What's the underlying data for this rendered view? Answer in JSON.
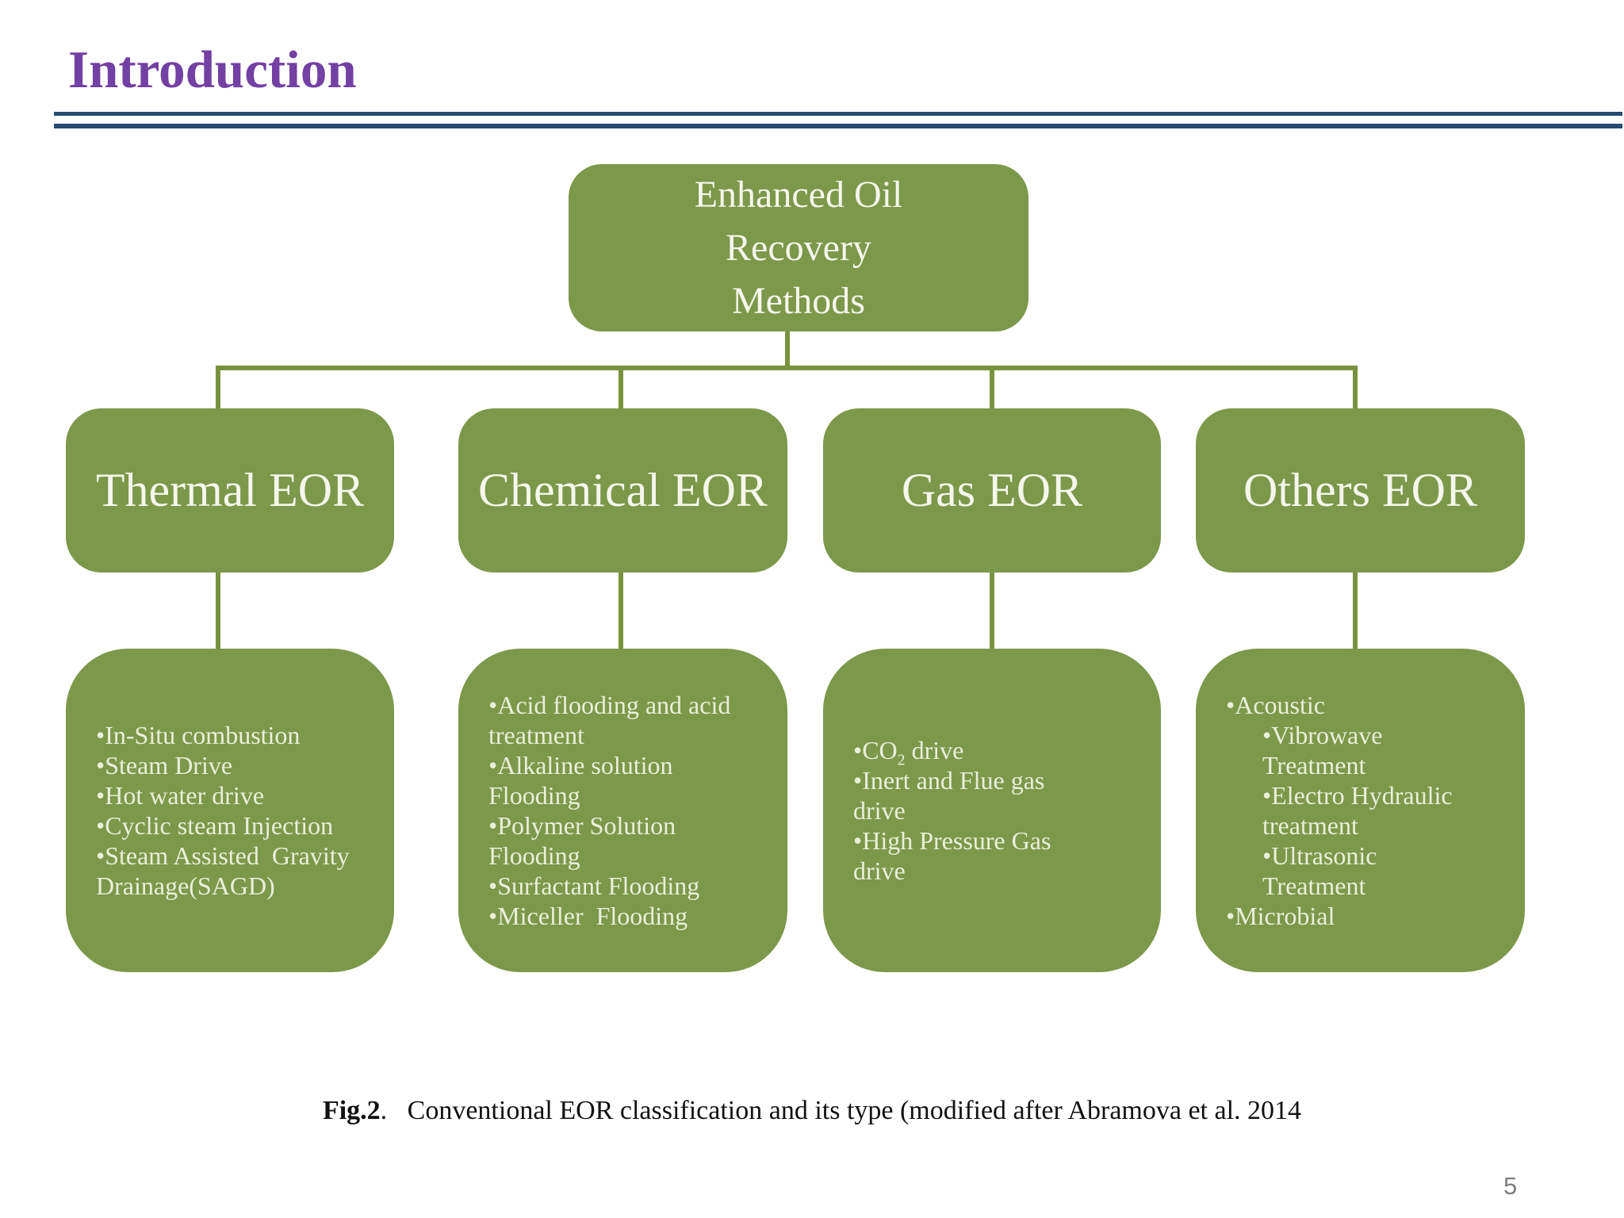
{
  "title": "Introduction",
  "page_number": "5",
  "caption": {
    "label": "Fig.2",
    "rest": ".   Conventional EOR classification and its type (modified after Abramova et al. 2014"
  },
  "colors": {
    "node_green": "#7c984a",
    "connector_green": "#78923f",
    "title_purple": "#7340a3",
    "divider_navy": "#274a73",
    "node_text": "#f4f7ec",
    "bullet_text": "#e9f0da",
    "page_number_gray": "#7d7d7d"
  },
  "diagram": {
    "root": "Enhanced Oil\nRecovery\nMethods",
    "columns": [
      {
        "header": "Thermal EOR",
        "details": [
          {
            "text": "•In-Situ combustion"
          },
          {
            "text": "•Steam Drive"
          },
          {
            "text": "•Hot water drive"
          },
          {
            "text": "•Cyclic steam Injection"
          },
          {
            "text": "•Steam Assisted  Gravity"
          },
          {
            "text": "Drainage(SAGD)"
          }
        ]
      },
      {
        "header": "Chemical EOR",
        "details": [
          {
            "text": "•Acid flooding and acid"
          },
          {
            "text": "treatment"
          },
          {
            "text": "•Alkaline solution"
          },
          {
            "text": "Flooding"
          },
          {
            "text": "•Polymer Solution"
          },
          {
            "text": "Flooding"
          },
          {
            "text": "•Surfactant Flooding"
          },
          {
            "text": "•Miceller  Flooding"
          }
        ]
      },
      {
        "header": "Gas EOR",
        "details": [
          {
            "pre": "•CO",
            "sub": "2",
            "post": " drive"
          },
          {
            "text": "•Inert and Flue gas"
          },
          {
            "text": "drive"
          },
          {
            "text": "•High Pressure Gas"
          },
          {
            "text": "drive"
          }
        ]
      },
      {
        "header": "Others EOR",
        "details": [
          {
            "text": "•Acoustic"
          },
          {
            "text": "•Vibrowave",
            "level": 2
          },
          {
            "text": "Treatment",
            "level": 2
          },
          {
            "text": "•Electro Hydraulic",
            "level": 2
          },
          {
            "text": "treatment",
            "level": 2
          },
          {
            "text": "•Ultrasonic",
            "level": 2
          },
          {
            "text": "Treatment",
            "level": 2
          },
          {
            "text": "•Microbial"
          }
        ]
      }
    ]
  }
}
